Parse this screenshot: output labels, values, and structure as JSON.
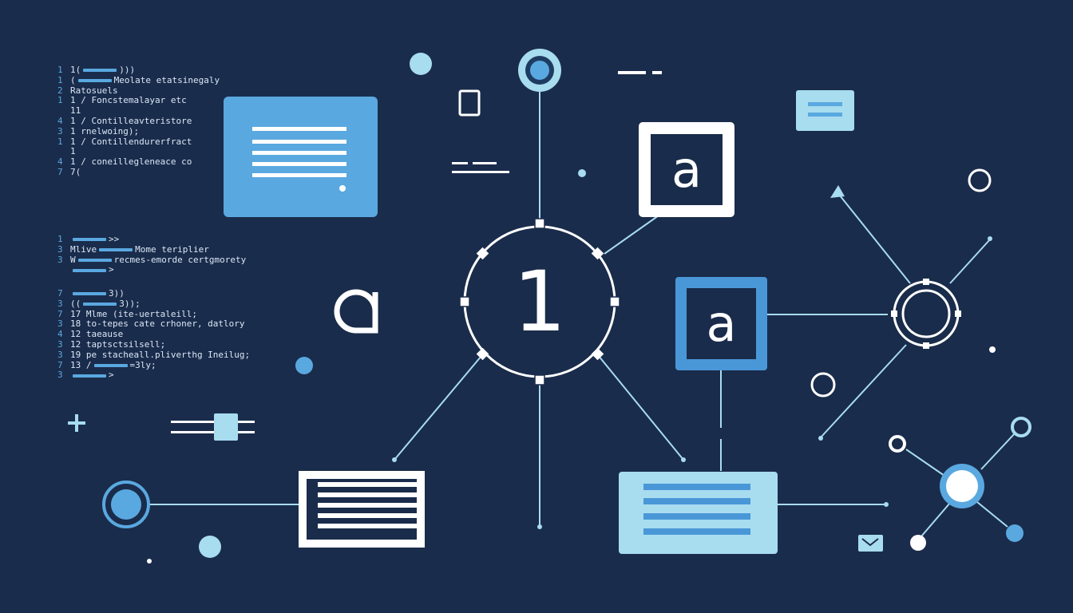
{
  "colors": {
    "background": "#1a2c4b",
    "accent_blue": "#5aa8e0",
    "light_blue": "#a8dcef",
    "white": "#ffffff"
  },
  "center_node": {
    "label": "1"
  },
  "letter_cards": [
    {
      "label": "a",
      "style": "white-frame"
    },
    {
      "label": "a",
      "style": "blue-frame"
    }
  ],
  "code_block_1": {
    "lines": [
      {
        "num": "1",
        "text": "1(",
        "tail": ")))"
      },
      {
        "num": "1",
        "text": "(",
        "tail": "Meolate etatsinegaly"
      },
      {
        "num": "2",
        "text": "Ratosuels",
        "tail": ""
      },
      {
        "num": "1",
        "text": "1 / Foncstemalayar etc",
        "tail": ""
      },
      {
        "num": "",
        "text": "11",
        "tail": ""
      },
      {
        "num": "4",
        "text": "1 / Contilleavteristore",
        "tail": ""
      },
      {
        "num": "3",
        "text": "1 rnelwoing);",
        "tail": ""
      },
      {
        "num": "1",
        "text": "1 / Contillendurerfract",
        "tail": ""
      },
      {
        "num": "",
        "text": "1",
        "tail": ""
      },
      {
        "num": "4",
        "text": "1 / coneillegleneace co",
        "tail": ""
      },
      {
        "num": "7",
        "text": "7(",
        "tail": ""
      }
    ]
  },
  "code_block_2": {
    "lines": [
      {
        "num": "1",
        "text": "",
        "tail": ">>"
      },
      {
        "num": "3",
        "text": "Mlive",
        "tail": "Mome teriplier"
      },
      {
        "num": "3",
        "text": "W",
        "tail": "recmes-emorde certgmorety"
      },
      {
        "num": "",
        "text": "",
        "tail": ">"
      }
    ]
  },
  "code_block_3": {
    "lines": [
      {
        "num": "7",
        "text": "",
        "tail": "3))"
      },
      {
        "num": "3",
        "text": "((",
        "tail": "3));"
      },
      {
        "num": "7",
        "text": "17 Mlme (ite-uertaleill;",
        "tail": ""
      },
      {
        "num": "3",
        "text": "18 to-tepes cate crhoner, datlory",
        "tail": ""
      },
      {
        "num": "4",
        "text": "12 taeause",
        "tail": ""
      },
      {
        "num": "3",
        "text": "12 taptsctsilsell;",
        "tail": ""
      },
      {
        "num": "3",
        "text": "19 pe stacheall.pliverthg Ineilug;",
        "tail": ""
      },
      {
        "num": "7",
        "text": "13 /",
        "tail": "=3ly;"
      },
      {
        "num": "3",
        "text": "",
        "tail": ">"
      }
    ]
  }
}
